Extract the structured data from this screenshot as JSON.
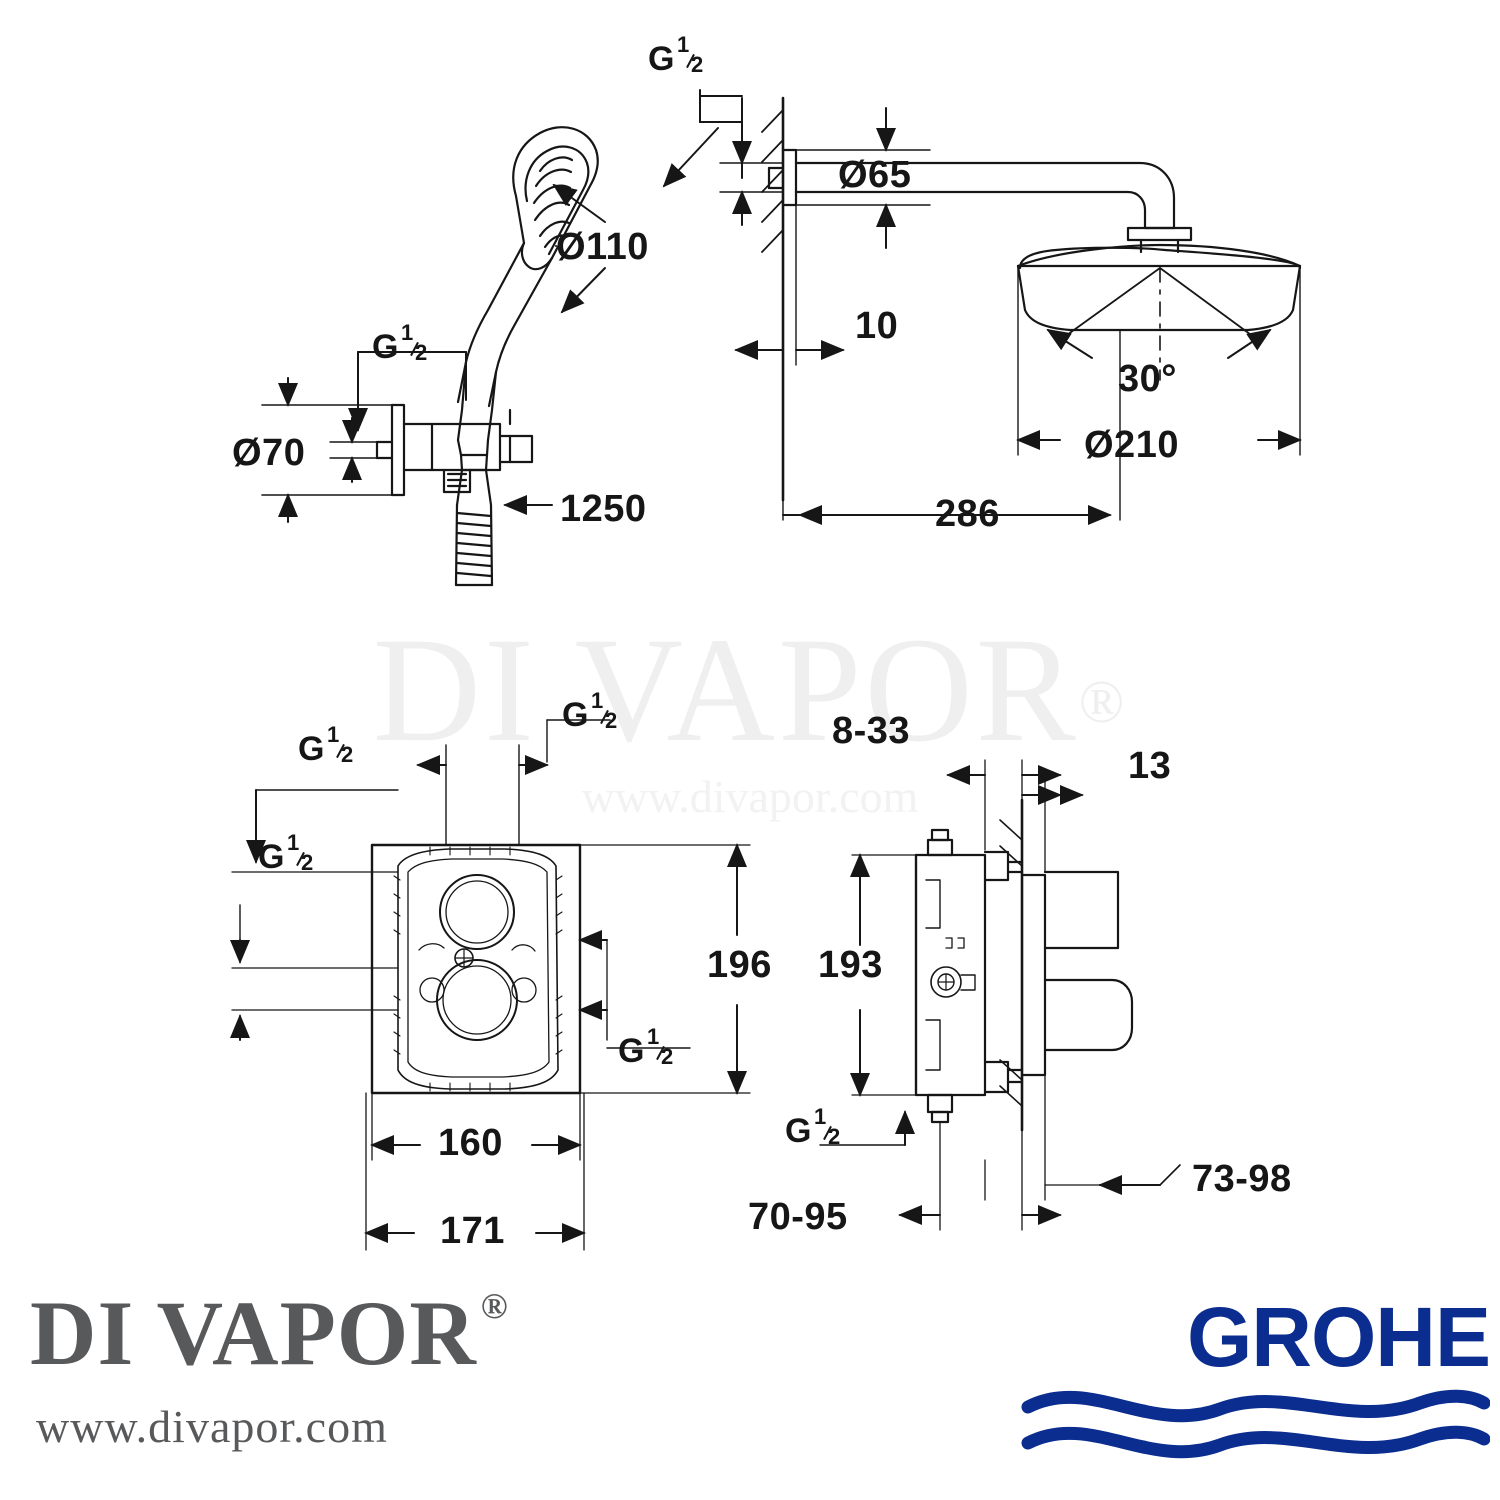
{
  "document": {
    "type": "technical-dimension-drawing",
    "title": "GROHE shower system dimension drawing",
    "watermark": {
      "text": "DI VAPOR",
      "registered_mark": "®",
      "subtext": "www.divapor.com"
    }
  },
  "dimensions": {
    "handshower_g_top": "G",
    "handshower_g_top_frac_num": "1",
    "handshower_g_top_frac_den": "2",
    "handshower_diameter": "Ø110",
    "holder_g": "G",
    "holder_g_frac_num": "1",
    "holder_g_frac_den": "2",
    "holder_diameter": "Ø70",
    "hose_length": "1250",
    "wall_union_g": "G",
    "wall_union_g_frac_num": "1",
    "wall_union_g_frac_den": "2",
    "escutcheon_diameter": "Ø65",
    "wall_projection_small": "10",
    "spray_angle": "30°",
    "head_diameter": "Ø210",
    "arm_projection": "286",
    "box_g_left_upper": "G",
    "box_g_left_upper_num": "1",
    "box_g_left_upper_den": "2",
    "box_g_left_lower": "G",
    "box_g_left_lower_num": "1",
    "box_g_left_lower_den": "2",
    "box_g_top": "G",
    "box_g_top_num": "1",
    "box_g_top_den": "2",
    "box_g_right_lower": "G",
    "box_g_right_lower_num": "1",
    "box_g_right_lower_den": "2",
    "box_height": "196",
    "box_width": "160",
    "box_flange_width": "171",
    "wall_depth_range": "8-33",
    "trim_depth": "13",
    "body_height": "193",
    "valve_g_bottom": "G",
    "valve_g_bottom_num": "1",
    "valve_g_bottom_den": "2",
    "inlet_spacing_range": "70-95",
    "outlet_spacing_range": "73-98"
  },
  "brands": {
    "divapor": {
      "name": "DI VAPOR",
      "registered": "®",
      "url": "www.divapor.com"
    },
    "grohe": {
      "name": "GROHE",
      "color": "#0b2d8f"
    }
  }
}
